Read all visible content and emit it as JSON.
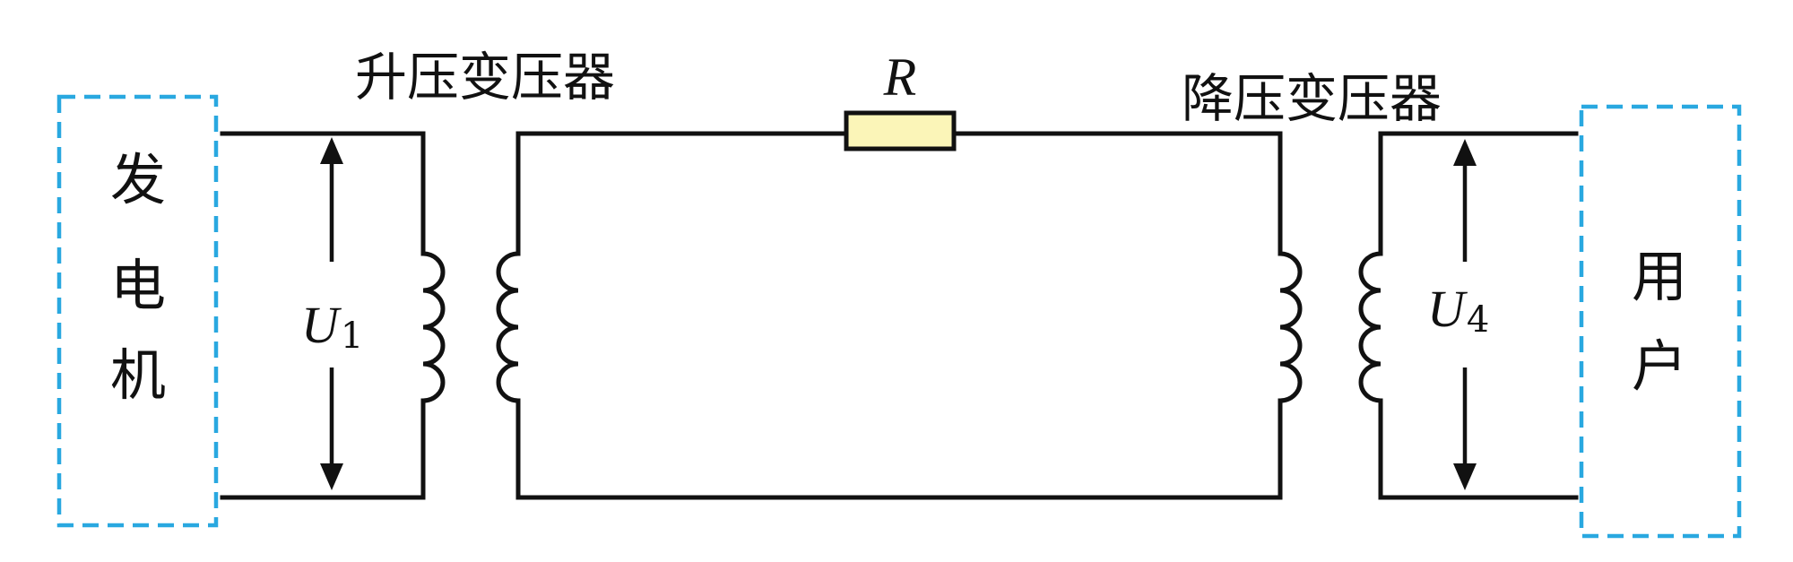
{
  "labels": {
    "generator": [
      "发",
      "电",
      "机"
    ],
    "user": [
      "用",
      "户"
    ],
    "step_up_transformer": "升压变压器",
    "step_down_transformer": "降压变压器",
    "resistor": "R",
    "u1": {
      "symbol": "U",
      "sub": "1"
    },
    "u4": {
      "symbol": "U",
      "sub": "4"
    }
  },
  "colors": {
    "box_border": "#29a8e0",
    "resistor_fill": "#fbf5b8",
    "wire": "#111111"
  }
}
